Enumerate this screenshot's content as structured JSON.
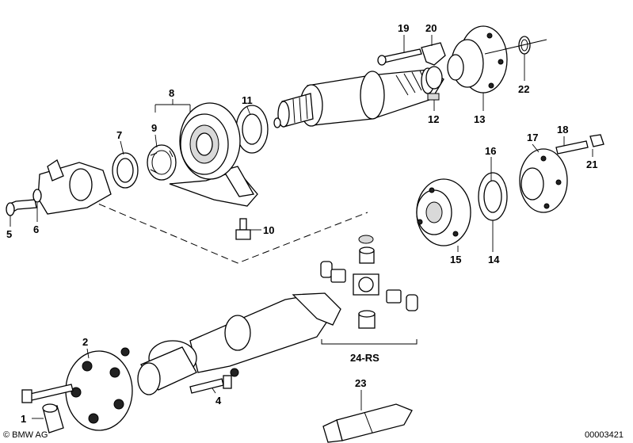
{
  "callouts": {
    "c1": "1",
    "c2": "2",
    "c4": "4",
    "c5": "5",
    "c6": "6",
    "c7": "7",
    "c8": "8",
    "c9": "9",
    "c10": "10",
    "c11": "11",
    "c12": "12",
    "c13": "13",
    "c14": "14",
    "c15": "15",
    "c16": "16",
    "c17": "17",
    "c18": "18",
    "c19": "19",
    "c20": "20",
    "c21": "21",
    "c22": "22",
    "c23": "23",
    "c24": "24-RS"
  },
  "footer": {
    "brand": "© BMW AG",
    "doc_number": "00003421"
  }
}
